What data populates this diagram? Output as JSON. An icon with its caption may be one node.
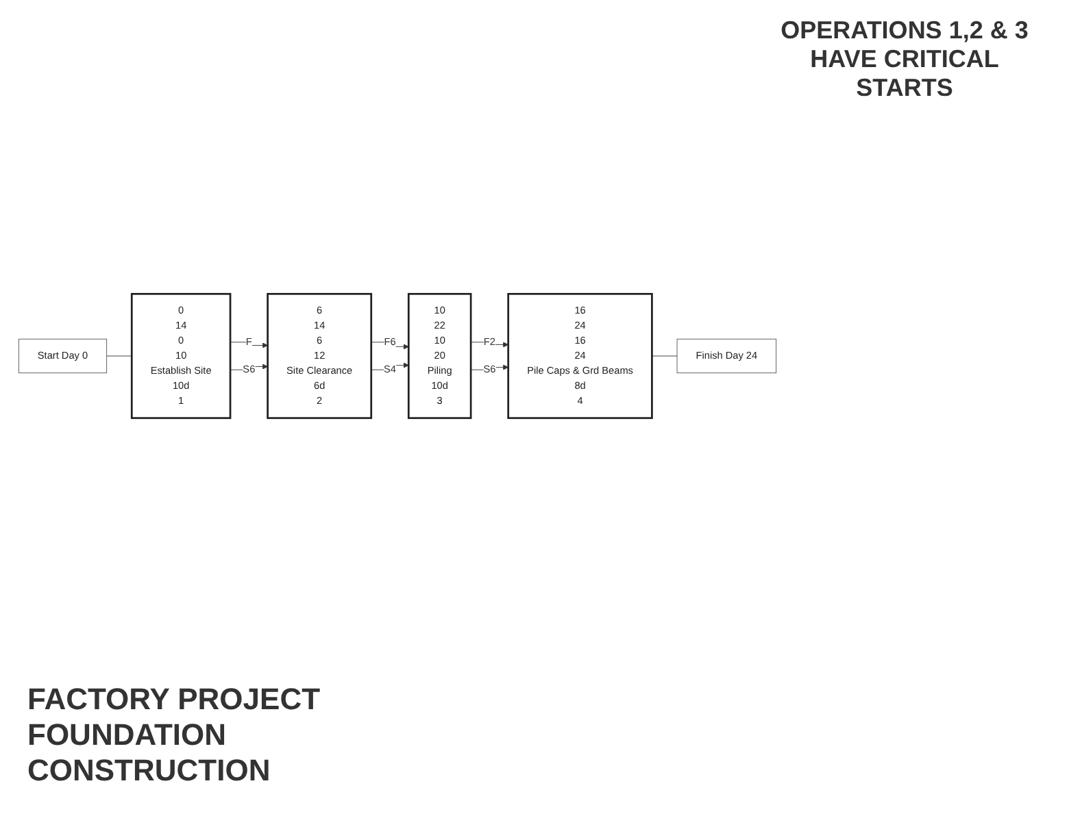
{
  "diagram": {
    "title": "FACTORY PROJECT FOUNDATION CONSTRUCTION",
    "nodes": [
      {
        "text": [
          "Start Day 0"
        ]
      },
      {
        "text": [
          "0",
          "14",
          "0",
          "10",
          "Establish Site",
          "10d",
          "1"
        ]
      },
      {
        "text": [
          "6",
          "14",
          "6",
          "12",
          "Site Clearance",
          "6d",
          "2"
        ]
      },
      {
        "text": [
          "10",
          "22",
          "10",
          "20",
          "Piling",
          "10d",
          "3"
        ]
      },
      {
        "text": [
          "16",
          "24",
          "16",
          "24",
          "Pile Caps & Grd Beams",
          "8d",
          "4"
        ]
      },
      {
        "text": [
          "Finish Day 24"
        ]
      }
    ],
    "edges": [
      {
        "from": 0,
        "to": 1,
        "arrow": "none"
      },
      {
        "from": 1,
        "to": 2,
        "label": "F",
        "arrow": "to"
      },
      {
        "from": 1,
        "to": 2,
        "label": "S6",
        "arrow": "to"
      },
      {
        "from": 2,
        "to": 3,
        "label": "F6",
        "arrow": "to"
      },
      {
        "from": 2,
        "to": 3,
        "label": "S4",
        "arrow": "to"
      },
      {
        "from": 3,
        "to": 4,
        "label": "F2",
        "arrow": "to"
      },
      {
        "from": 3,
        "to": 4,
        "label": "S6",
        "arrow": "to"
      },
      {
        "from": 4,
        "to": 5,
        "arrow": "none"
      }
    ],
    "labels": [
      "OPERATIONS 1,2 & 3 HAVE CRITICAL STARTS"
    ]
  }
}
